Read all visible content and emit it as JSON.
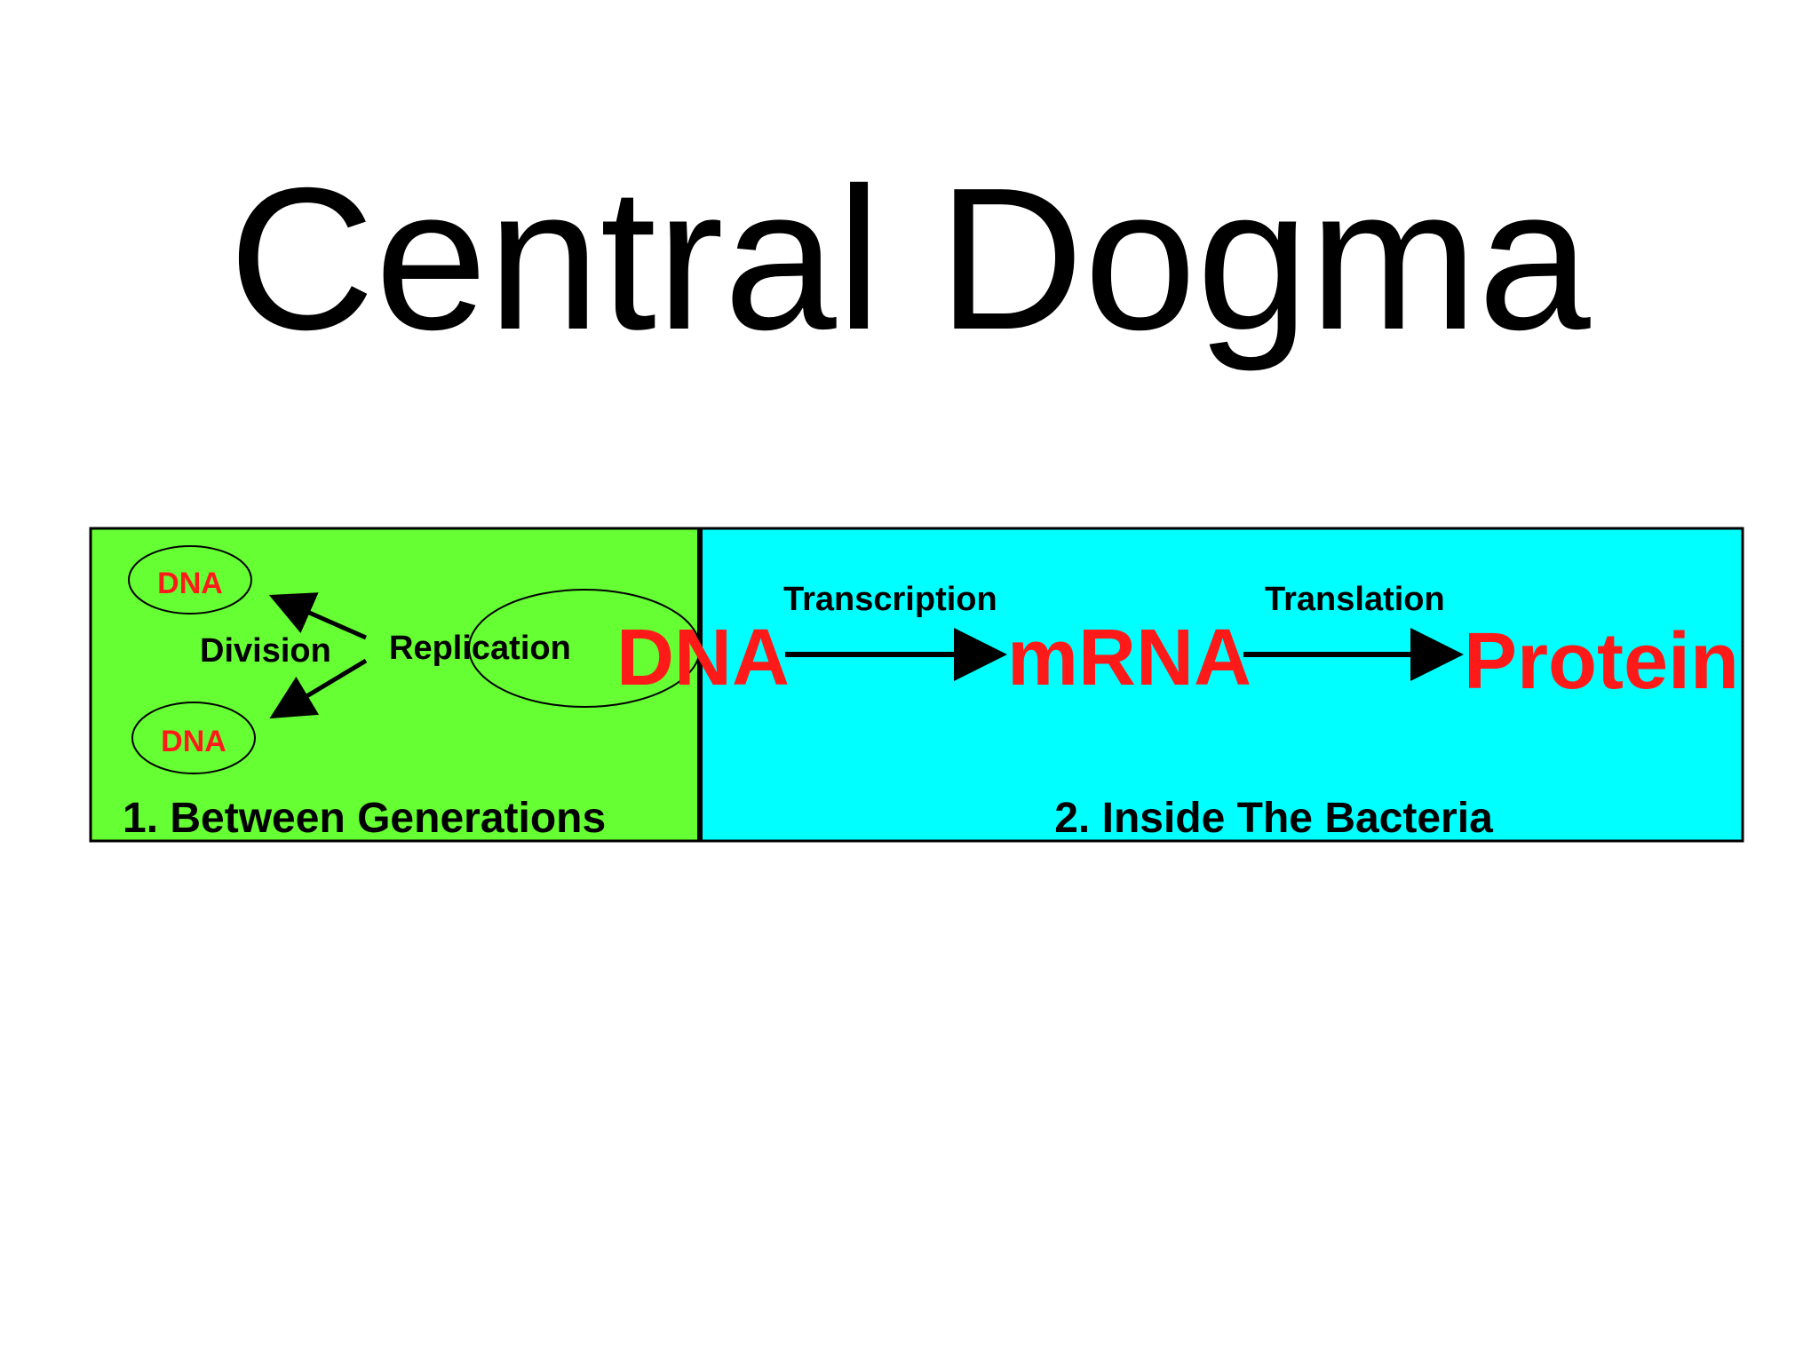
{
  "title": "Central Dogma",
  "colors": {
    "left_panel": "#66ff33",
    "right_panel": "#00ffff",
    "highlight_text": "#ff1a1a",
    "label_text": "#000000"
  },
  "left_panel": {
    "dna_top": "DNA",
    "dna_bottom": "DNA",
    "division_label": "Division",
    "replication_label": "Replication",
    "caption": "1. Between Generations"
  },
  "right_panel": {
    "dna": "DNA",
    "mrna": "mRNA",
    "protein": "Protein",
    "transcription_label": "Transcription",
    "translation_label": "Translation",
    "caption": "2. Inside The Bacteria"
  }
}
